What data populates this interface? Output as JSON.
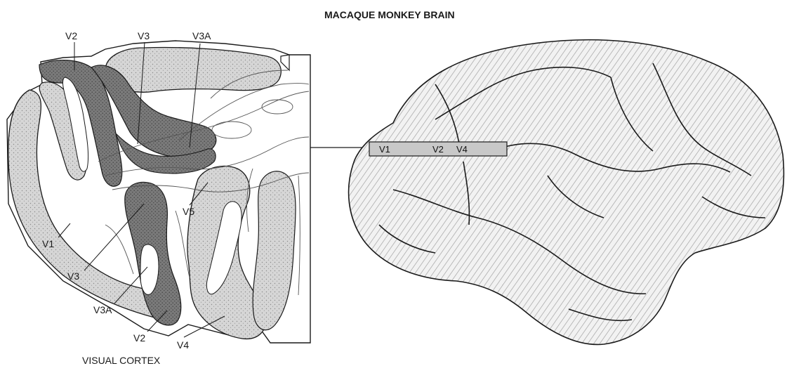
{
  "title": "MACAQUE MONKEY BRAIN",
  "caption": "VISUAL CORTEX",
  "section_labels": {
    "v2_top": "V2",
    "v3_top": "V3",
    "v3a_top": "V3A",
    "v5": "V5",
    "v1": "V1",
    "v3_mid": "V3",
    "v3a_low": "V3A",
    "v2_low": "V2",
    "v4": "V4"
  },
  "strip_labels": {
    "v1": "V1",
    "v2": "V2",
    "v4": "V4"
  },
  "colors": {
    "ink": "#1a1a1a",
    "light_gray": "#d4d4d4",
    "dark_gray": "#777777",
    "white_matter": "#ffffff",
    "strip": "#c8c8c8"
  }
}
